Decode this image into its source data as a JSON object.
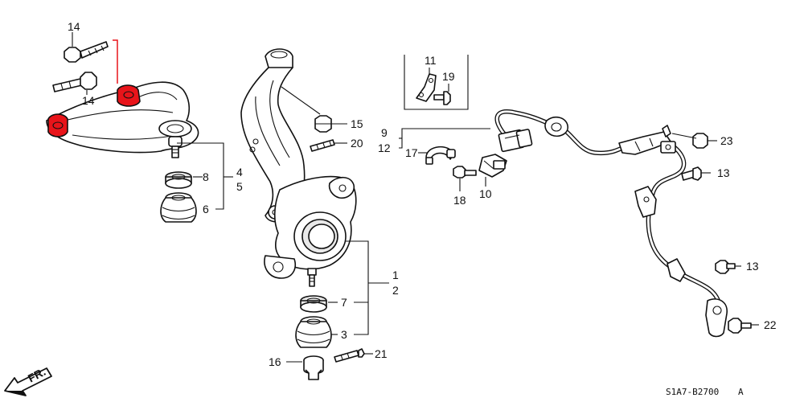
{
  "colors": {
    "highlight": "#e8141a",
    "line": "#111111",
    "background": "#ffffff"
  },
  "callouts": {
    "c1": "1",
    "c2": "2",
    "c3": "3",
    "c4": "4",
    "c5": "5",
    "c6": "6",
    "c7": "7",
    "c8": "8",
    "c9": "9",
    "c10": "10",
    "c11": "11",
    "c12": "12",
    "c13": "13",
    "c13b": "13",
    "c14": "14",
    "c14b": "14",
    "c15": "15",
    "c16": "16",
    "c17": "17",
    "c18": "18",
    "c19": "19",
    "c20": "20",
    "c21": "21",
    "c22": "22",
    "c23": "23"
  },
  "direction_label": "FR.",
  "diagram_code": "S1A7-B2700",
  "diagram_suffix": "A",
  "icons": [
    "front-direction-arrow-icon"
  ]
}
